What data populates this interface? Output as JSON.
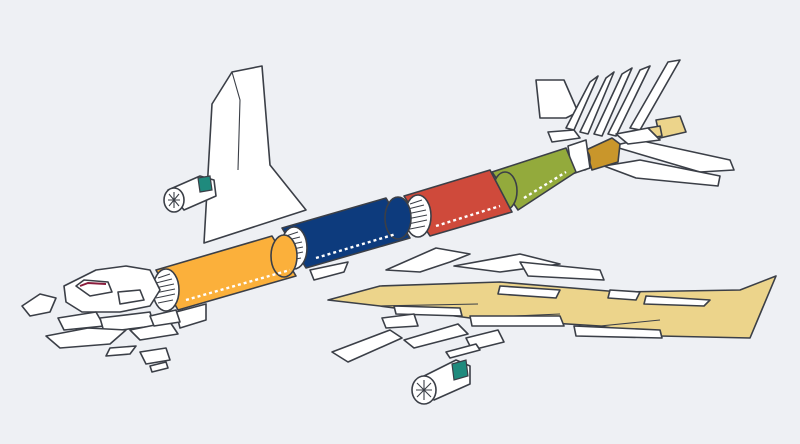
{
  "diagram": {
    "type": "exploded aircraft assembly",
    "labels": [],
    "colors": {
      "background": "#eef0f4",
      "outline": "#3b3f47",
      "nose_section": "#ffffff",
      "forward_fuselage": "#fbb03b",
      "center_fuselage": "#0d3b7d",
      "mid_aft_fuselage": "#cf4a3b",
      "aft_fuselage": "#93aa3c",
      "tail_cone": "#c9962b",
      "wing": "#ecd48b",
      "apu": "#ecd48b",
      "engine_accent": "#1f8a7d",
      "cockpit_trim": "#8a1c3c"
    },
    "sections": [
      {
        "id": "nose",
        "icon": "nose-section"
      },
      {
        "id": "forward-fuselage",
        "icon": "fuselage-section"
      },
      {
        "id": "center-fuselage",
        "icon": "fuselage-section"
      },
      {
        "id": "mid-aft-fuselage",
        "icon": "fuselage-section"
      },
      {
        "id": "aft-fuselage",
        "icon": "fuselage-section"
      },
      {
        "id": "tail-cone",
        "icon": "tail-cone"
      },
      {
        "id": "apu",
        "icon": "apu-box"
      },
      {
        "id": "right-wing",
        "icon": "wing"
      },
      {
        "id": "left-wing",
        "icon": "wing"
      },
      {
        "id": "vertical-stabilizer",
        "icon": "fin"
      },
      {
        "id": "horizontal-stabilizer",
        "icon": "stabilizer"
      },
      {
        "id": "engine-left",
        "icon": "engine"
      },
      {
        "id": "engine-right",
        "icon": "engine"
      }
    ]
  }
}
